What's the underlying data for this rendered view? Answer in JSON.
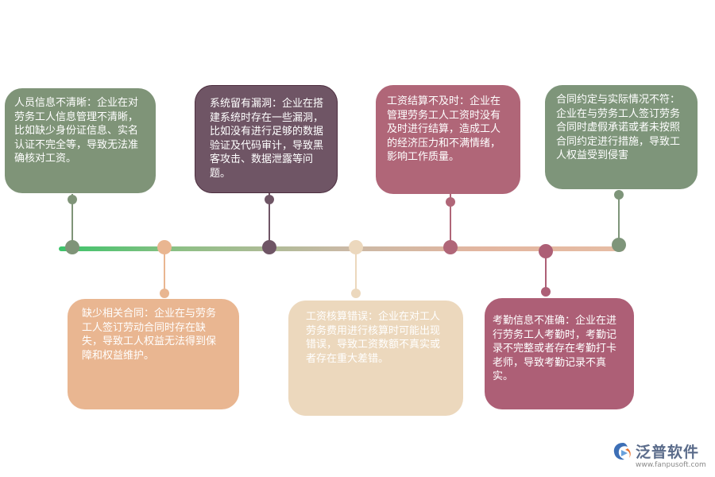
{
  "items": [
    {
      "id": "info-unclear",
      "text": "人员信息不清晰：企业在对劳务工人信息管理不清晰，比如缺少身份证信息、实名认证不完全等，导致无法准确核对工资。",
      "color": "#7f9478"
    },
    {
      "id": "missing-contract",
      "text": "缺少相关合同：企业在与劳务工人签订劳动合同时存在缺失，导致工人权益无法得到保障和权益维护。",
      "color": "#e9b691"
    },
    {
      "id": "system-vulnerability",
      "text": "系统留有漏洞：企业在搭建系统时存在一些漏洞，比如没有进行足够的数据验证及代码审计，导致黑客攻击、数据泄露等问题。",
      "color": "#6f5565"
    },
    {
      "id": "wage-calc-error",
      "text": "工资核算错误：企业在对工人劳务费用进行核算时可能出现错误，导致工资数额不真实或者存在重大差错。",
      "color": "#ecd8bd"
    },
    {
      "id": "late-payment",
      "text": "工资结算不及时：企业在管理劳务工人工资时没有及时进行结算，造成工人的经济压力和不满情绪，影响工作质量。",
      "color": "#b06678"
    },
    {
      "id": "attendance-inaccurate",
      "text": "考勤信息不准确：企业在进行劳务工人考勤时，考勤记录不完整或者存在考勤打卡老师，导致考勤记录不真实。",
      "color": "#ad5f76"
    },
    {
      "id": "contract-mismatch",
      "text": " 合同约定与实际情况不符：企业在与劳务工人签订劳务合同时虚假承诺或者未按照合同约定进行措施，导致工人权益受到侵害",
      "color": "#7e957a"
    }
  ],
  "logo": {
    "name": "泛普软件",
    "url": "www.fanpusoft.com",
    "mark_color": "#3d6fb6"
  }
}
